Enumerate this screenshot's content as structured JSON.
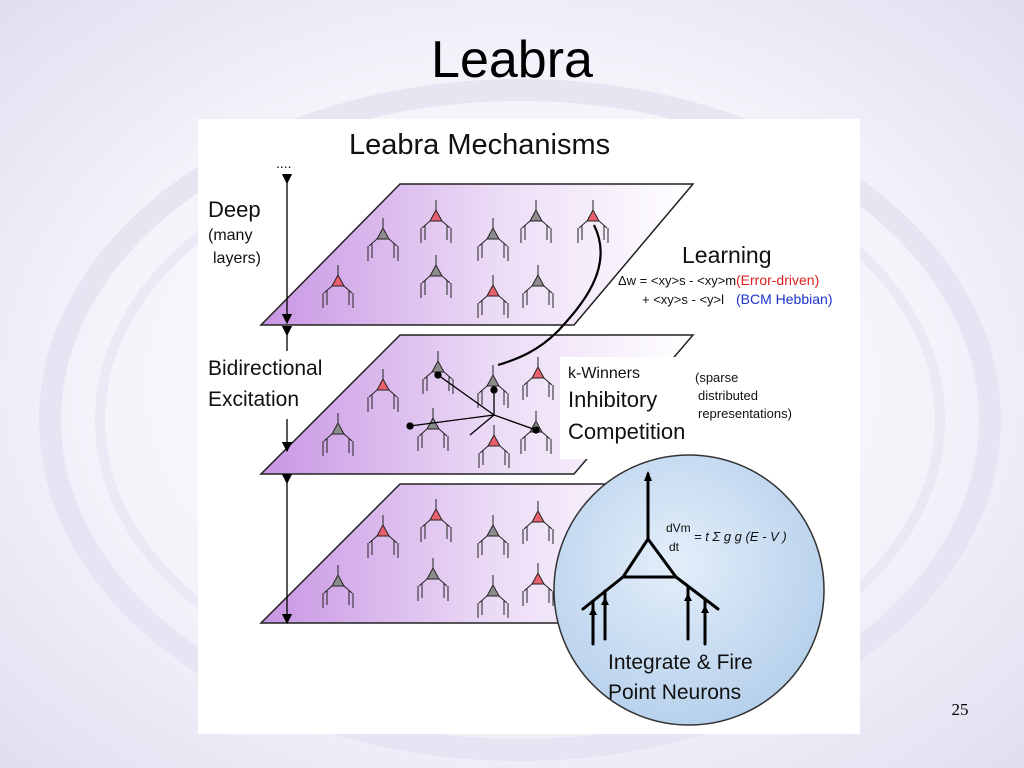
{
  "slide": {
    "title": "Leabra",
    "page_number": "25"
  },
  "figure": {
    "heading": "Leabra Mechanisms",
    "dots": "....",
    "deep": {
      "title": "Deep",
      "note_line1": "(many",
      "note_line2": "layers)"
    },
    "bidirectional": {
      "line1": "Bidirectional",
      "line2": "Excitation"
    },
    "learning": {
      "title": "Learning",
      "eq1": "Δw = <xy>s - <xy>m",
      "eq1_label": "(Error-driven)",
      "eq2": "+ <xy>s - <y>l",
      "eq2_label": "(BCM Hebbian)"
    },
    "kwta": {
      "line1": "k-Winners",
      "line2": "Inhibitory",
      "line3": "Competition",
      "note_line1": "(sparse",
      "note_line2": "distributed",
      "note_line3": "representations)"
    },
    "neuron": {
      "eq_lhs_top": "dVm",
      "eq_lhs_bottom": "dt",
      "eq_rhs": "= t Σ g g (E - V )",
      "label_line1": "Integrate & Fire",
      "label_line2": "Point Neurons"
    },
    "colors": {
      "error_driven": "#e02020",
      "bcm_hebbian": "#1a33c8",
      "active_neuron": "#e8606e",
      "inactive_neuron": "#8c8c8c",
      "layer_gradient_start": "#cc99e6",
      "neuron_circle": "#c5dcf2"
    }
  }
}
